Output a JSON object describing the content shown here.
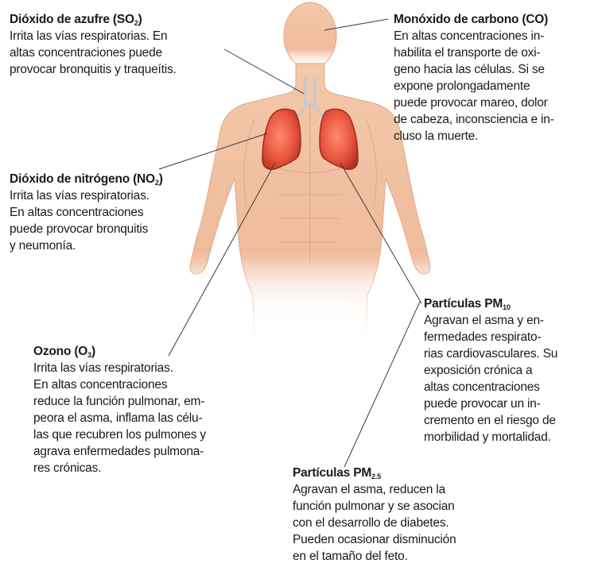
{
  "annotations": [
    {
      "id": "so2",
      "title_main": "Dióxido de azufre (SO",
      "title_sub": "2",
      "title_end": ")",
      "body": "Irrita las vías respiratorias. En\naltas concentraciones puede\nprovocar bronquitis y traqueítis."
    },
    {
      "id": "co",
      "title_main": "Monóxido de carbono (CO)",
      "title_sub": "",
      "title_end": "",
      "body": "En altas concentraciones in-\nhabilita el transporte de oxi-\ngeno hacia las células. Si se\nexpone prolongadamente\npuede provocar mareo, dolor\nde cabeza, inconsciencia e in-\ncluso la muerte."
    },
    {
      "id": "no2",
      "title_main": "Dióxido de nitrógeno (NO",
      "title_sub": "2",
      "title_end": ")",
      "body": "Irrita las vías respiratorias.\nEn altas concentraciones\npuede provocar bronquitis\ny neumonía."
    },
    {
      "id": "o3",
      "title_main": "Ozono (O",
      "title_sub": "3",
      "title_end": ")",
      "body": "Irrita las vías respiratorias.\nEn altas concentraciones\nreduce la función pulmonar, em-\npeora el asma, inflama las célu-\nlas que recubren los pulmones y\nagrava enfermedades pulmona-\nres crónicas."
    },
    {
      "id": "pm10",
      "title_main": "Partículas PM",
      "title_sub": "10",
      "title_end": "",
      "body": "Agravan el asma y en-\nfermedades respirato-\nrias cardiovasculares. Su\nexposición crónica a\naltas concentraciones\npuede provocar un in-\ncremento en el riesgo de\nmorbilidad y mortalidad."
    },
    {
      "id": "pm25",
      "title_main": "Partículas PM",
      "title_sub": "2.5",
      "title_end": "",
      "body": "Agravan el asma, reducen la\nfunción pulmonar y se asocian\ncon el desarrollo de diabetes.\nPueden ocasionar disminución\nen el tamaño del feto."
    }
  ],
  "colors": {
    "skin": "#f2c2a3",
    "skin_shadow": "#d99d7e",
    "lung": "#e8553f",
    "lung_dark": "#b3301f",
    "leader_line": "#3a3a3a"
  }
}
